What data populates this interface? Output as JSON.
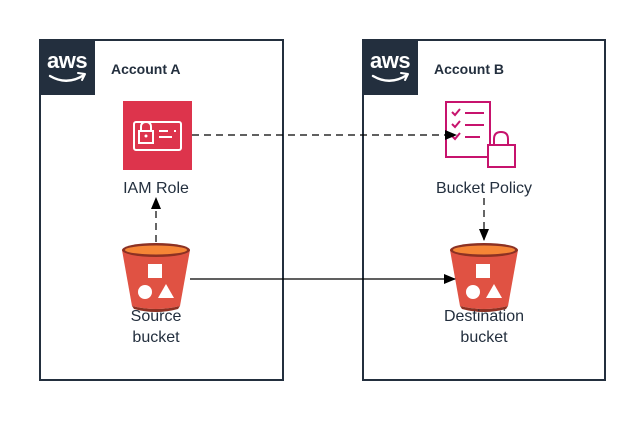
{
  "accounts": {
    "a": {
      "logo_text": "aws",
      "title": "Account A"
    },
    "b": {
      "logo_text": "aws",
      "title": "Account B"
    }
  },
  "nodes": {
    "iam_role": "IAM Role",
    "bucket_policy": "Bucket Policy",
    "source_bucket": [
      "Source",
      "bucket"
    ],
    "destination_bucket": [
      "Destination",
      "bucket"
    ]
  },
  "colors": {
    "aws_dark": "#232f3e",
    "iam_red": "#dd344c",
    "policy_pink": "#c7136d",
    "bucket_red": "#e05243",
    "bucket_dark": "#8c3123",
    "line": "#000000"
  },
  "icons": [
    "aws-logo",
    "iam-role-icon",
    "bucket-policy-icon",
    "s3-bucket-icon"
  ]
}
